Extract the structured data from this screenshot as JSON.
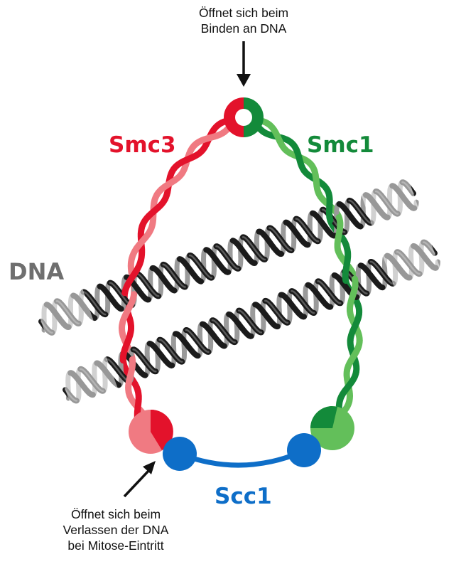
{
  "annotations": {
    "hinge": {
      "line1": "Öffnet sich beim",
      "line2": "Binden an DNA"
    },
    "exit": {
      "line1": "Öffnet sich beim",
      "line2": "Verlassen der DNA",
      "line3": "bei Mitose-Eintritt"
    }
  },
  "labels": {
    "smc3": "Smc3",
    "smc1": "Smc1",
    "dna": "DNA",
    "scc1": "Scc1"
  },
  "colors": {
    "smc3_dark": "#e3122b",
    "smc3_light": "#f07a82",
    "smc1_dark": "#138a3a",
    "smc1_light": "#63bf5a",
    "scc1": "#0e6ec8",
    "dna": "#6f6f6f",
    "text": "#111111"
  },
  "icons": [
    "arrow-down-icon",
    "arrow-up-right-icon"
  ]
}
